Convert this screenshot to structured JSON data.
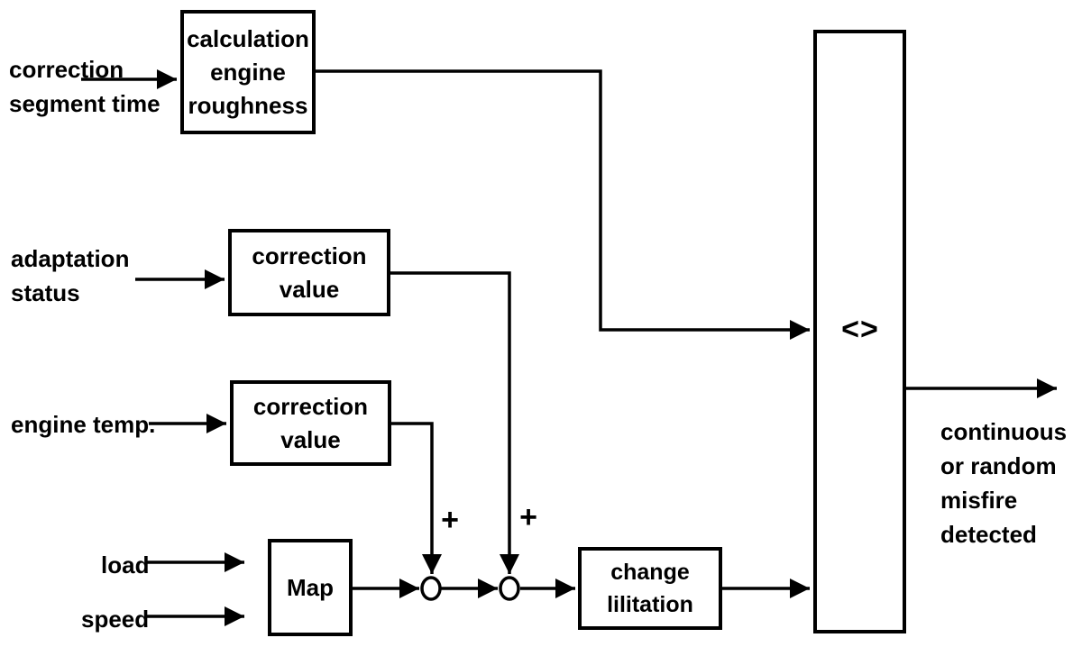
{
  "colors": {
    "ink": "#000000",
    "background": "#ffffff"
  },
  "labels": {
    "correction_segment_time": "correction\nsegment time",
    "adaptation_status": "adaptation\nstatus",
    "engine_temp": "engine temp.",
    "load": "load",
    "speed": "speed",
    "output": "continuous\nor random\nmisfire\ndetected"
  },
  "blocks": {
    "calculation_engine_roughness": "calculation\nengine\nroughness",
    "correction_value_adaptation": "correction\nvalue",
    "correction_value_engine_temp": "correction\nvalue",
    "map": "Map",
    "change_lilitation": "change\nlilitation",
    "comparator": "<>"
  },
  "operators": {
    "sum_plus_left": "+",
    "sum_plus_right": "+"
  }
}
